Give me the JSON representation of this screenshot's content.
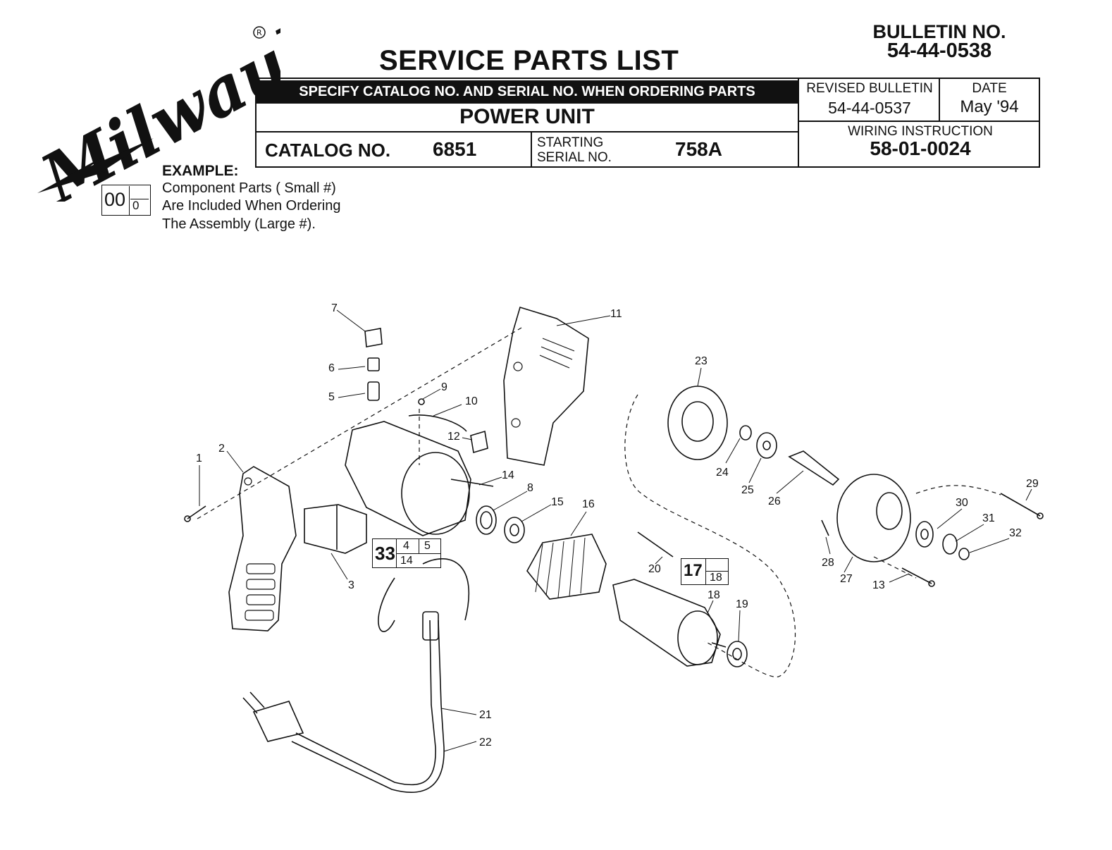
{
  "header": {
    "title": "SERVICE PARTS LIST",
    "bulletin_label": "BULLETIN NO.",
    "bulletin_no": "54-44-0538",
    "specify_banner": "SPECIFY CATALOG NO. AND SERIAL NO. WHEN ORDERING PARTS",
    "unit_name": "POWER UNIT",
    "catalog_label": "CATALOG NO.",
    "catalog_no": "6851",
    "starting_label_1": "STARTING",
    "starting_label_2": "SERIAL NO.",
    "serial_no": "758A",
    "revised_label": "REVISED BULLETIN",
    "revised_no": "54-44-0537",
    "date_label": "DATE",
    "date_value": "May '94",
    "wiring_label": "WIRING INSTRUCTION",
    "wiring_no": "58-01-0024"
  },
  "example": {
    "heading": "EXAMPLE:",
    "big_number": "00",
    "small_number": "0",
    "lines": [
      "Component Parts (  Small #)",
      "Are Included When Ordering",
      "The Assembly (Large #)."
    ]
  },
  "assemblies": {
    "a33": {
      "main": "33",
      "sub": [
        "4",
        "5",
        "14"
      ]
    },
    "a17": {
      "main": "17",
      "sub": [
        "18"
      ]
    }
  },
  "callouts": [
    "1",
    "2",
    "3",
    "5",
    "6",
    "7",
    "8",
    "9",
    "10",
    "11",
    "12",
    "13",
    "14",
    "15",
    "16",
    "18",
    "19",
    "20",
    "21",
    "22",
    "23",
    "24",
    "25",
    "26",
    "27",
    "28",
    "29",
    "30",
    "31",
    "32"
  ]
}
